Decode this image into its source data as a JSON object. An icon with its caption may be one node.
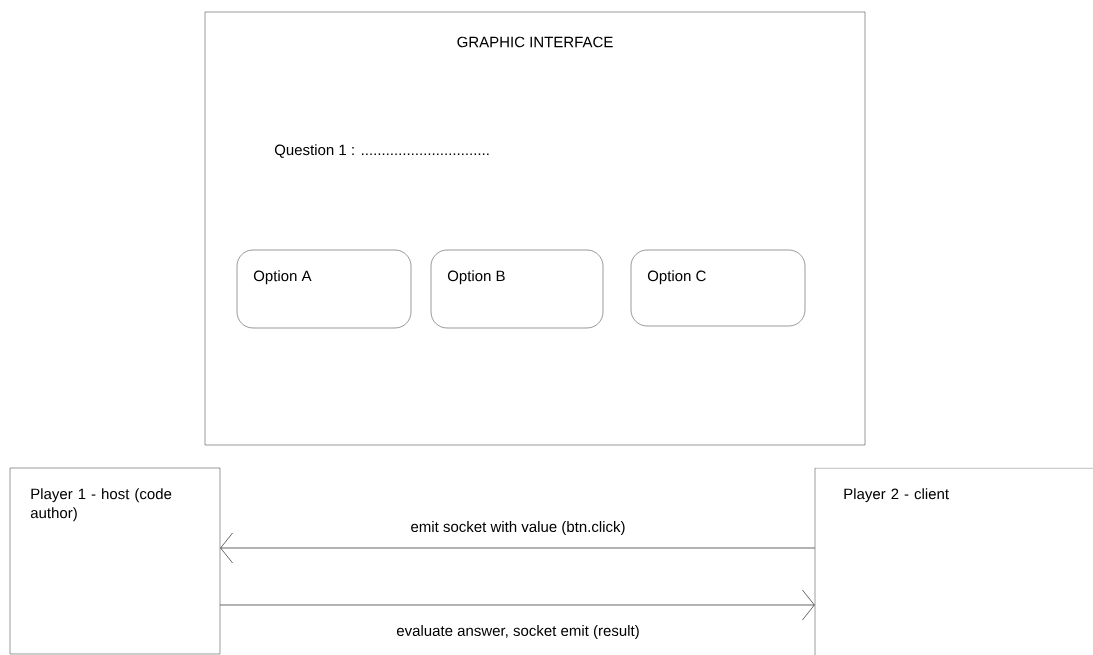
{
  "diagram": {
    "nodes": [
      {
        "text": [
          "GRAPHIC INTERFACE",
          "Question 1 : ..............................."
        ]
      },
      {
        "text": [
          "Option A"
        ],
        "in": 0
      },
      {
        "text": [
          "Option B"
        ],
        "in": 0
      },
      {
        "text": [
          "Option C"
        ],
        "in": 0
      },
      {
        "text": [
          "Player 1 - host (code author)"
        ]
      },
      {
        "text": [
          "Player 2 - client"
        ]
      }
    ],
    "edges": [
      {
        "from": 5,
        "to": 4,
        "arrow": "to",
        "label": "emit socket with value (btn.click)"
      },
      {
        "from": 4,
        "to": 5,
        "arrow": "to",
        "label": "evaluate answer, socket emit (result)"
      }
    ]
  }
}
